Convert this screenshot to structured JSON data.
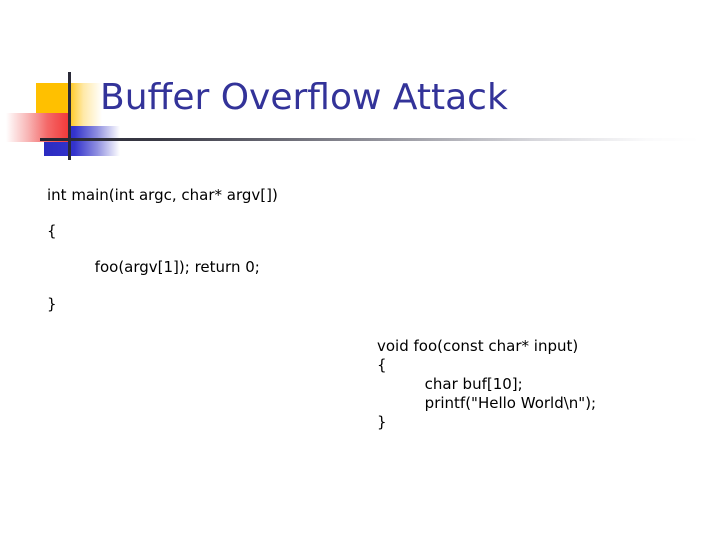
{
  "slide": {
    "title": "Buffer Overflow Attack",
    "title_color": "#333399",
    "background_color": "#ffffff",
    "decoration": {
      "yellow_color": "#FFC000",
      "blue_color": "#3333CC",
      "red_color": "#F23A3A",
      "line_color": "#2A2A38"
    },
    "code_main": {
      "name": "main-function-code",
      "lines": [
        {
          "text": "int main(int argc, char* argv[])",
          "spacing": "none"
        },
        {
          "text": "{",
          "spacing": "gap"
        },
        {
          "text": "          foo(argv[1]); return 0;",
          "spacing": "gap"
        },
        {
          "text": "}",
          "spacing": "gap2"
        }
      ]
    },
    "code_foo": {
      "name": "foo-function-code",
      "lines": [
        {
          "text": "void foo(const char* input)",
          "spacing": "none"
        },
        {
          "text": "{",
          "spacing": "none"
        },
        {
          "text": "          char buf[10];",
          "spacing": "none"
        },
        {
          "text": "          printf(\"Hello World\\n\");",
          "spacing": "none"
        },
        {
          "text": "}",
          "spacing": "none"
        }
      ]
    }
  }
}
